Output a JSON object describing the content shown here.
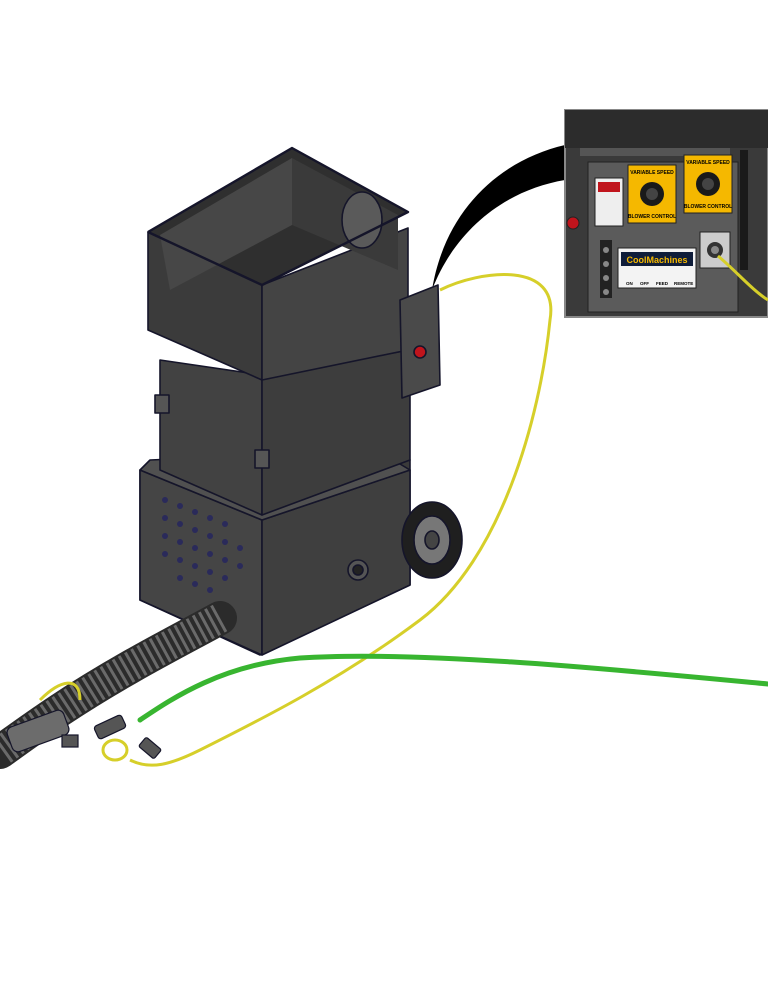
{
  "colors": {
    "body_dark": "#3c3c3c",
    "body_mid": "#4a4a4a",
    "body_light": "#5a5a5a",
    "outline": "#1a1a2e",
    "hose_yellow": "#d6cf2a",
    "hose_green": "#38b530",
    "label_yellow": "#f5b800",
    "callout_black": "#000000"
  },
  "icons": {
    "machine": "insulation-blower-icon",
    "wheel": "wheel-icon",
    "dial": "dial-icon",
    "warning": "warning-icon"
  },
  "inset": {
    "dial_label_top": "VARIABLE SPEED",
    "dial_label_bottom": "BLOWER CONTROL",
    "dial_label_top_2": "VARIABLE SPEED",
    "dial_label_bottom_2": "BLOWER CONTROL",
    "brand": "CoolMachines",
    "switch_left": "ON",
    "switch_mid": "OFF",
    "switch_right": "FEED",
    "switch_far": "REMOTE"
  }
}
